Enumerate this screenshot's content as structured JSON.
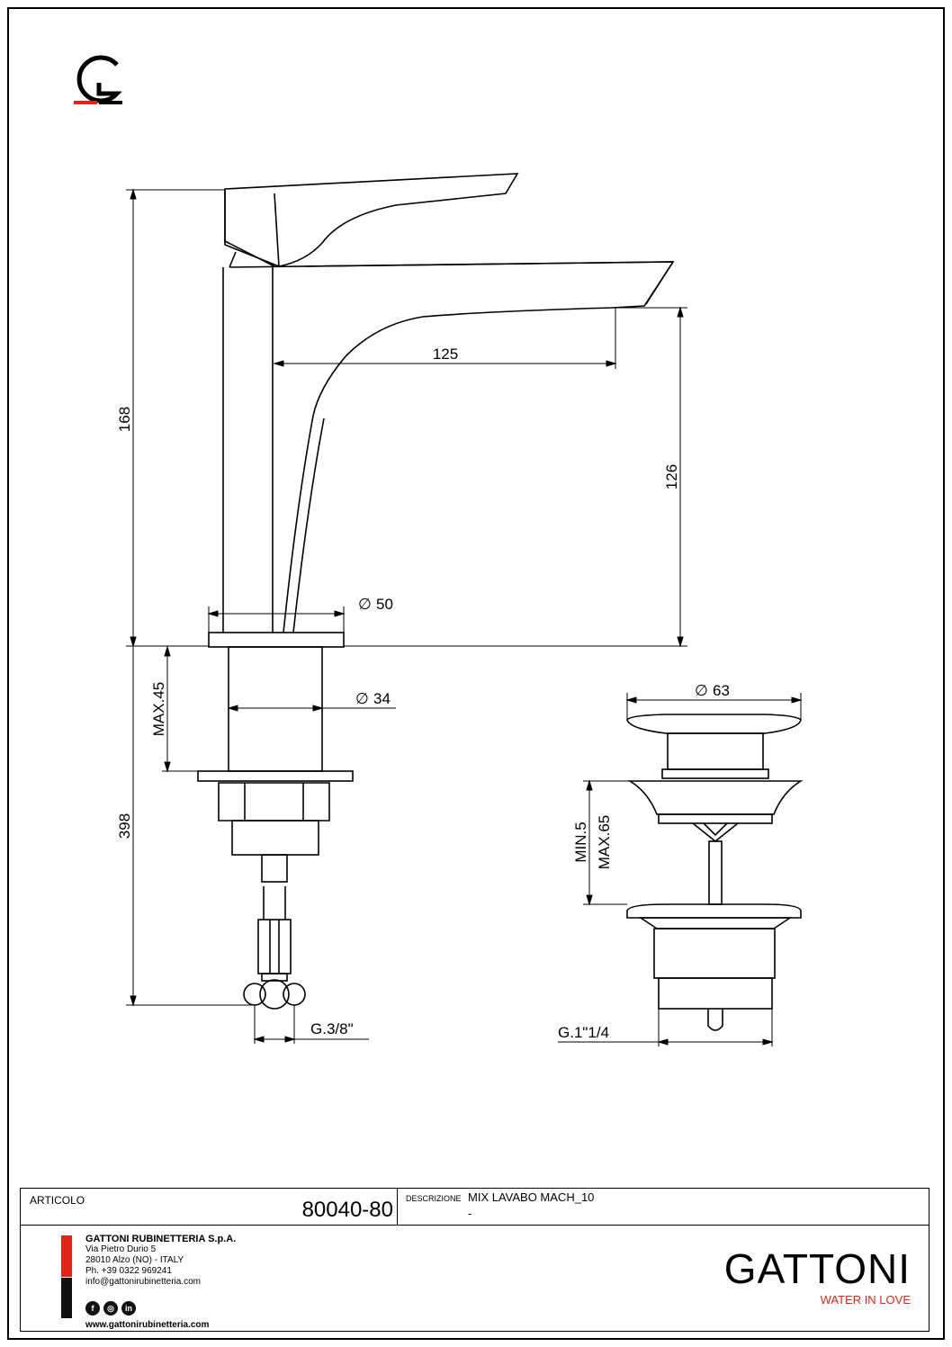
{
  "dimensions": {
    "height_total": "168",
    "spout_reach": "125",
    "spout_height": "126",
    "base_diameter": "50",
    "shank_diameter": "34",
    "max_thickness": "MAX.45",
    "supply_length": "398",
    "supply_thread": "G.3/8\"",
    "waste_diameter": "63",
    "waste_min": "MIN.5",
    "waste_max": "MAX.65",
    "waste_thread": "G.1\"1/4",
    "diameter_symbol": "∅"
  },
  "title_block": {
    "articolo_label": "ARTICOLO",
    "articolo_code": "80040-80",
    "descrizione_label": "DESCRIZIONE",
    "descrizione_text": "MIX LAVABO MACH_10",
    "descrizione_line2": "-",
    "company_name": "GATTONI RUBINETTERIA S.p.A.",
    "address_1": "Via Pietro Durio 5",
    "address_2": "28010 Alzo (NO) - ITALY",
    "phone": "Ph. +39 0322 969241",
    "email": "info@gattonirubinetteria.com",
    "website": "www.gattonirubinetteria.com",
    "social_icons": [
      "facebook-icon",
      "instagram-icon",
      "linkedin-icon"
    ],
    "brand": "GATTONI",
    "tagline": "WATER IN LOVE"
  },
  "colors": {
    "accent_red": "#e2231a",
    "ink": "#000000"
  }
}
